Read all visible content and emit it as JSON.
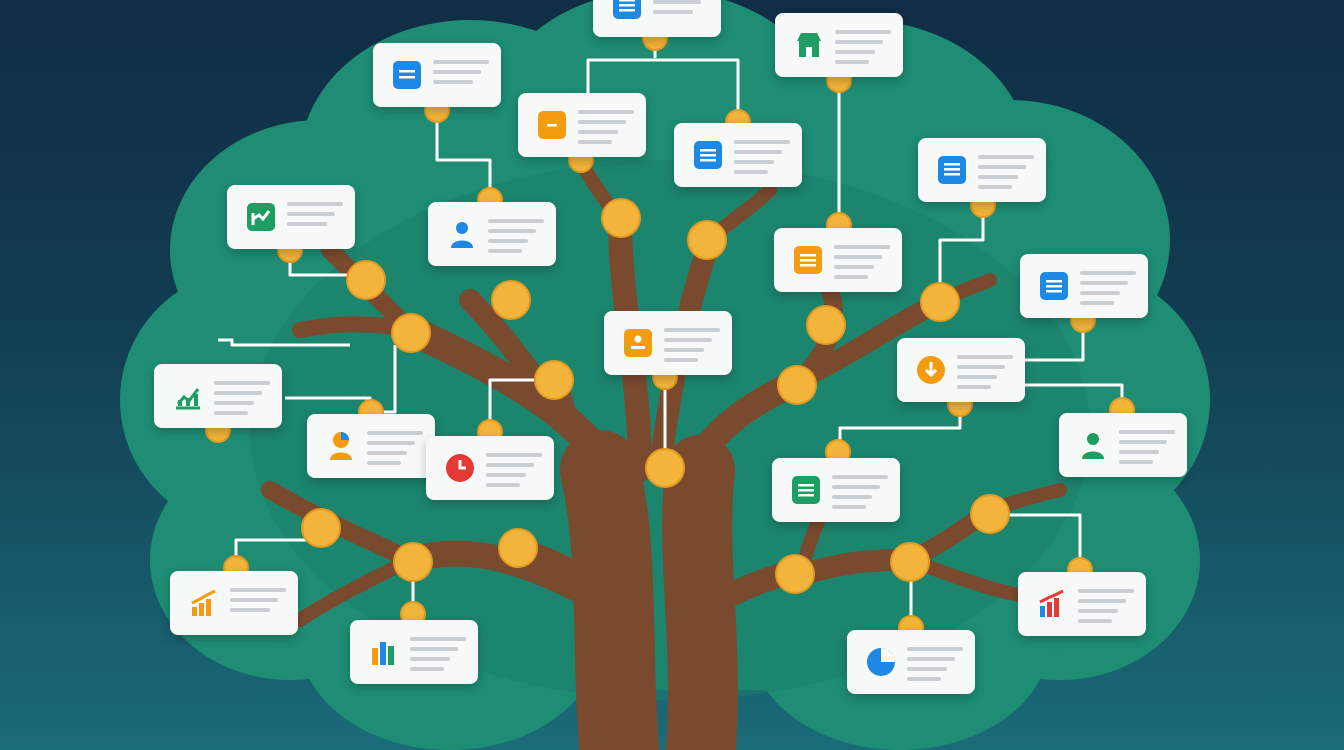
{
  "colors": {
    "canopy": "#1e8d74",
    "canopy_dark": "#187a64",
    "trunk": "#7a4a2e",
    "node": "#f2b43a",
    "node_stroke": "#e39a20",
    "connector": "#ffffff",
    "card_bg": "#f7f8f8",
    "blue": "#1e88e5",
    "orange": "#f39c12",
    "green": "#1e9e63",
    "red": "#e53935"
  },
  "cards": [
    {
      "id": "top-center",
      "icon": "document-icon",
      "accent": "#1e88e5"
    },
    {
      "id": "top-right",
      "icon": "storefront-icon",
      "accent": "#1e9e63"
    },
    {
      "id": "upper-left",
      "icon": "document-icon",
      "accent": "#1e88e5"
    },
    {
      "id": "upper-center-left",
      "icon": "minus-square-icon",
      "accent": "#f39c12"
    },
    {
      "id": "upper-center-right",
      "icon": "document-icon",
      "accent": "#1e88e5"
    },
    {
      "id": "right-upper",
      "icon": "document-icon",
      "accent": "#1e88e5"
    },
    {
      "id": "left-upper",
      "icon": "growth-chart-icon",
      "accent": "#1e9e63"
    },
    {
      "id": "center-user",
      "icon": "user-icon",
      "accent": "#1e88e5"
    },
    {
      "id": "center-right",
      "icon": "list-icon",
      "accent": "#f39c12"
    },
    {
      "id": "far-right-upper",
      "icon": "document-icon",
      "accent": "#1e88e5"
    },
    {
      "id": "middle-center",
      "icon": "id-card-icon",
      "accent": "#f39c12"
    },
    {
      "id": "middle-right",
      "icon": "download-icon",
      "accent": "#f39c12"
    },
    {
      "id": "left-middle",
      "icon": "trend-chart-icon",
      "accent": "#1e9e63"
    },
    {
      "id": "person-pie",
      "icon": "person-pie-icon",
      "accent": "#f39c12"
    },
    {
      "id": "clock",
      "icon": "clock-icon",
      "accent": "#e53935"
    },
    {
      "id": "right-user",
      "icon": "user-icon",
      "accent": "#1e9e63"
    },
    {
      "id": "right-list",
      "icon": "list-icon",
      "accent": "#1e9e63"
    },
    {
      "id": "bottom-left-bars",
      "icon": "bar-chart-icon",
      "accent": "#f39c12"
    },
    {
      "id": "bottom-left-columns",
      "icon": "column-chart-icon",
      "accent": "#1e88e5"
    },
    {
      "id": "bottom-right-pie",
      "icon": "pie-chart-icon",
      "accent": "#1e88e5"
    },
    {
      "id": "bottom-right-bars",
      "icon": "bar-chart-icon",
      "accent": "#e53935"
    }
  ]
}
